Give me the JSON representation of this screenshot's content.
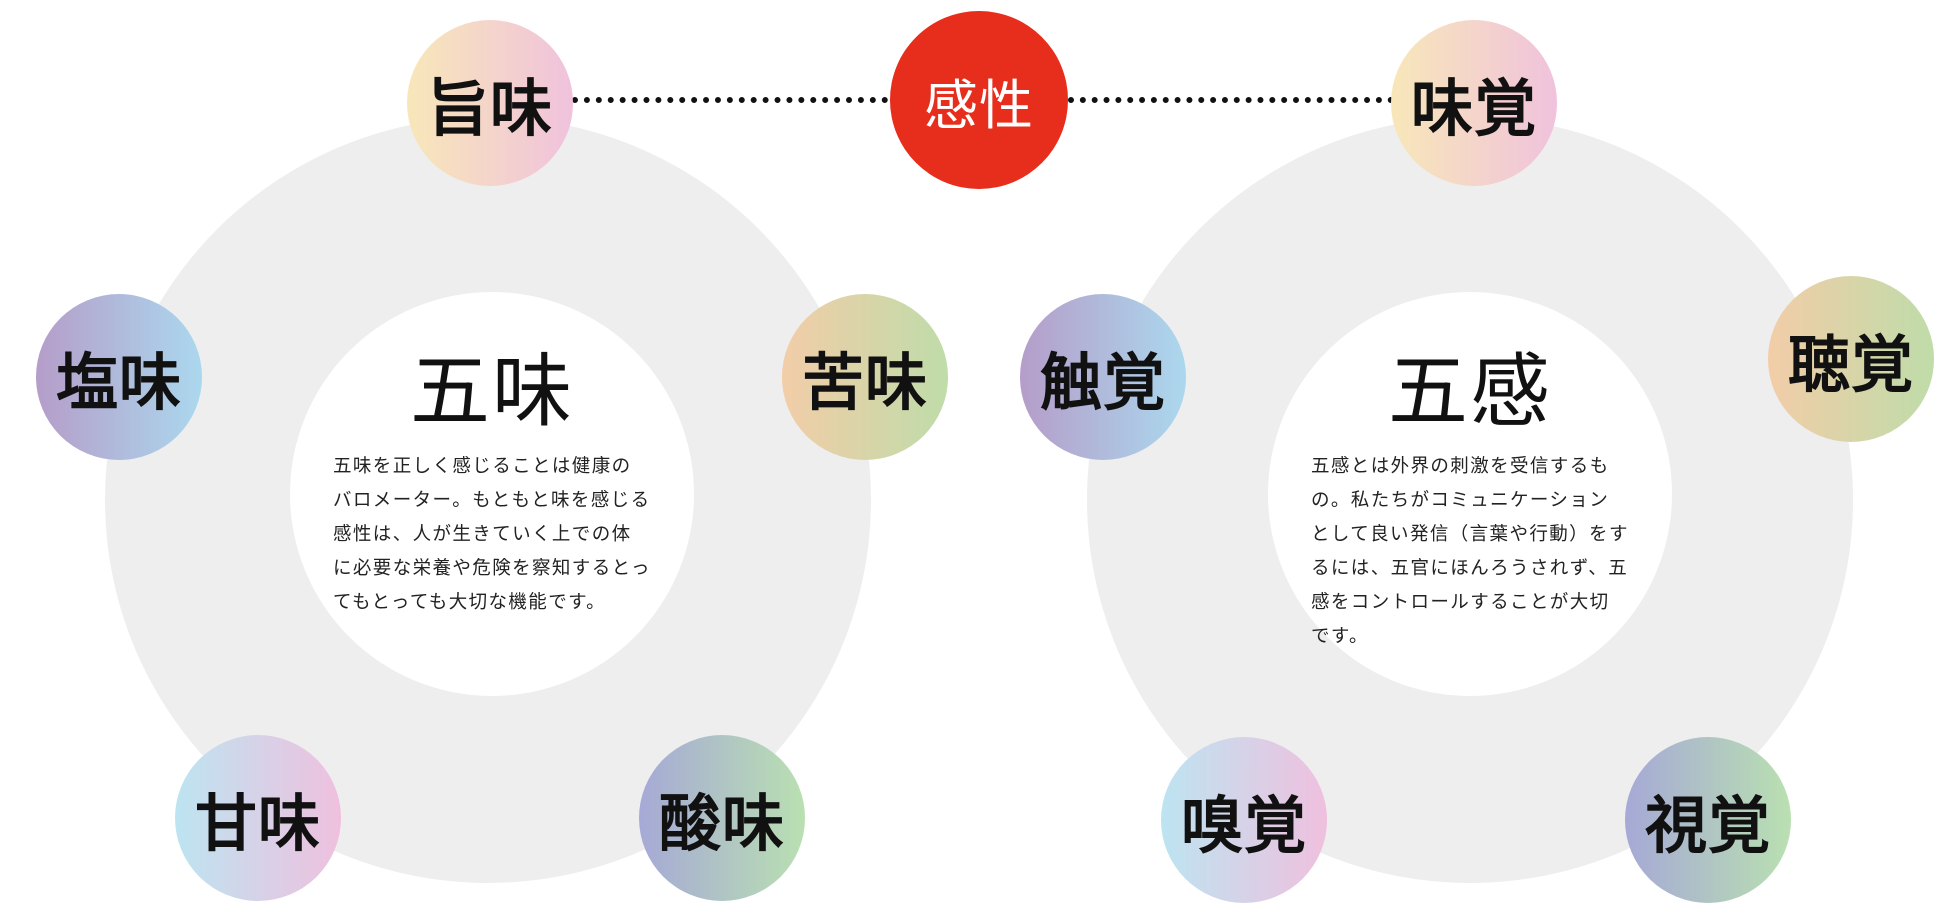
{
  "hub": {
    "label": "感性",
    "color": "#e72d1b"
  },
  "left": {
    "title": "五味",
    "description": "五味を正しく感じることは健康のバロメーター。もともと味を感じる感性は、人が生きていく上での体に必要な栄養や危険を察知するとってもとっても大切な機能です。",
    "nodes": {
      "umami": {
        "label": "旨味",
        "gradient": [
          "#f8e7b9",
          "#f0c2dc"
        ]
      },
      "nigami": {
        "label": "苦味",
        "gradient": [
          "#f2cda8",
          "#bfdca9"
        ]
      },
      "sanmi": {
        "label": "酸味",
        "gradient": [
          "#a6a9d6",
          "#b9e0b1"
        ]
      },
      "amami": {
        "label": "甘味",
        "gradient": [
          "#bde4f1",
          "#efc0de"
        ]
      },
      "enmi": {
        "label": "塩味",
        "gradient": [
          "#b59dc9",
          "#abd8ee"
        ]
      }
    }
  },
  "right": {
    "title": "五感",
    "description": "五感とは外界の刺激を受信するもの。私たちがコミュニケーションとして良い発信（言葉や行動）をするには、五官にほんろうされず、五感をコントロールすることが大切です。",
    "nodes": {
      "mikaku": {
        "label": "味覚",
        "gradient": [
          "#f8e7b9",
          "#f0c2dc"
        ]
      },
      "choukaku": {
        "label": "聴覚",
        "gradient": [
          "#f2cda8",
          "#bfdca9"
        ]
      },
      "shikaku": {
        "label": "視覚",
        "gradient": [
          "#a6a9d6",
          "#b9e0b1"
        ]
      },
      "kyuukaku": {
        "label": "嗅覚",
        "gradient": [
          "#bde4f1",
          "#efc0de"
        ]
      },
      "shokkaku": {
        "label": "触覚",
        "gradient": [
          "#b59dc9",
          "#abd8ee"
        ]
      }
    }
  }
}
